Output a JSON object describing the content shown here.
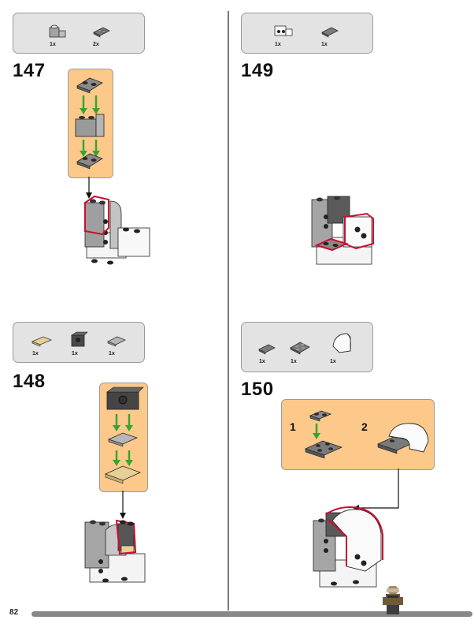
{
  "page_number": "82",
  "steps": [
    {
      "number": "147",
      "parts": [
        {
          "qty": "1x",
          "icon": "light-gray-bracket-icon"
        },
        {
          "qty": "2x",
          "icon": "dark-gray-plate-icon"
        }
      ]
    },
    {
      "number": "148",
      "parts": [
        {
          "qty": "1x",
          "icon": "tan-plate-icon"
        },
        {
          "qty": "1x",
          "icon": "dark-gray-brick-icon"
        },
        {
          "qty": "1x",
          "icon": "light-gray-plate-icon"
        }
      ]
    },
    {
      "number": "149",
      "parts": [
        {
          "qty": "1x",
          "icon": "white-bracket-icon"
        },
        {
          "qty": "1x",
          "icon": "dark-gray-plate-icon"
        }
      ]
    },
    {
      "number": "150",
      "parts": [
        {
          "qty": "1x",
          "icon": "dark-gray-plate-icon"
        },
        {
          "qty": "1x",
          "icon": "dark-gray-plate-2x2-icon"
        },
        {
          "qty": "1x",
          "icon": "white-curved-slope-icon"
        }
      ],
      "substeps": [
        "1",
        "2"
      ]
    }
  ],
  "colors": {
    "subassembly_bg": "#fcc98a",
    "parts_bg": "#e3e3e3",
    "highlight": "#c8102e",
    "arrow": "#3aa335"
  }
}
